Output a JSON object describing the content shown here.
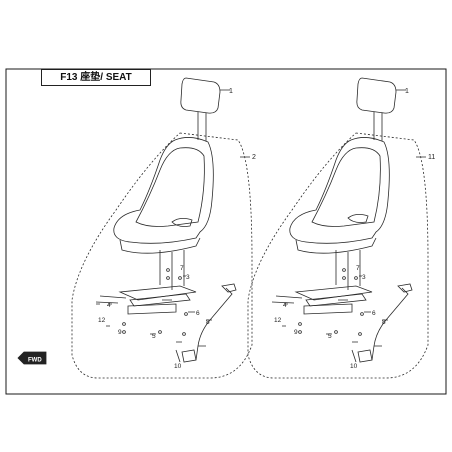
{
  "title": "F13 座垫/ SEAT",
  "front_badge": "FWD",
  "left_assembly": {
    "callouts": [
      "1",
      "2",
      "3",
      "4",
      "5",
      "6",
      "7",
      "8",
      "9",
      "10",
      "12"
    ]
  },
  "right_assembly": {
    "callouts": [
      "1",
      "11",
      "3",
      "4",
      "5",
      "6",
      "7",
      "8",
      "9",
      "10",
      "12"
    ]
  },
  "colors": {
    "line": "#2a2a2a",
    "frame": "#1a1a1a",
    "badge": "#222222"
  }
}
